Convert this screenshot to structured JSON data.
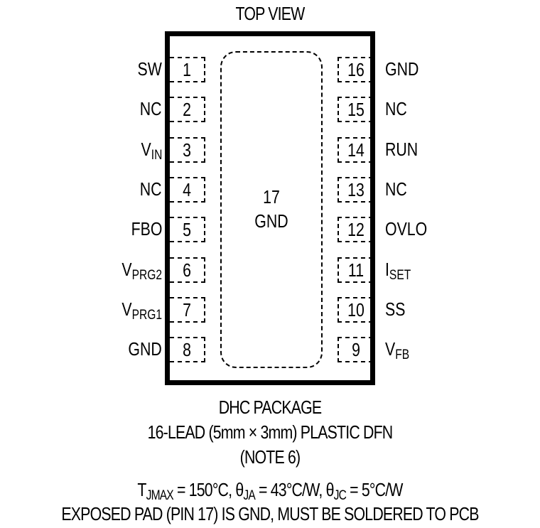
{
  "diagram": {
    "title": "TOP VIEW",
    "exposed_pad": {
      "number": "17",
      "name": "GND"
    },
    "left_pins": [
      {
        "number": "1",
        "name": "SW",
        "sub": ""
      },
      {
        "number": "2",
        "name": "NC",
        "sub": ""
      },
      {
        "number": "3",
        "name": "V",
        "sub": "IN"
      },
      {
        "number": "4",
        "name": "NC",
        "sub": ""
      },
      {
        "number": "5",
        "name": "FBO",
        "sub": ""
      },
      {
        "number": "6",
        "name": "V",
        "sub": "PRG2"
      },
      {
        "number": "7",
        "name": "V",
        "sub": "PRG1"
      },
      {
        "number": "8",
        "name": "GND",
        "sub": ""
      }
    ],
    "right_pins": [
      {
        "number": "16",
        "name": "GND",
        "sub": ""
      },
      {
        "number": "15",
        "name": "NC",
        "sub": ""
      },
      {
        "number": "14",
        "name": "RUN",
        "sub": ""
      },
      {
        "number": "13",
        "name": "NC",
        "sub": ""
      },
      {
        "number": "12",
        "name": "OVLO",
        "sub": ""
      },
      {
        "number": "11",
        "name": "I",
        "sub": "SET"
      },
      {
        "number": "10",
        "name": "SS",
        "sub": ""
      },
      {
        "number": "9",
        "name": "V",
        "sub": "FB"
      }
    ],
    "package_line1": "DHC PACKAGE",
    "package_line2": "16-LEAD (5mm × 3mm) PLASTIC DFN",
    "package_line3": "(NOTE 6)",
    "thermal": {
      "t_sym": "T",
      "t_sub": "JMAX",
      "t_val": " = 150°C, ",
      "ja_sym": "θ",
      "ja_sub": "JA",
      "ja_val": " = 43°C/W, ",
      "jc_sym": "θ",
      "jc_sub": "JC",
      "jc_val": " = 5°C/W"
    },
    "footer": "EXPOSED PAD (PIN 17) IS GND, MUST BE SOLDERED TO PCB"
  }
}
